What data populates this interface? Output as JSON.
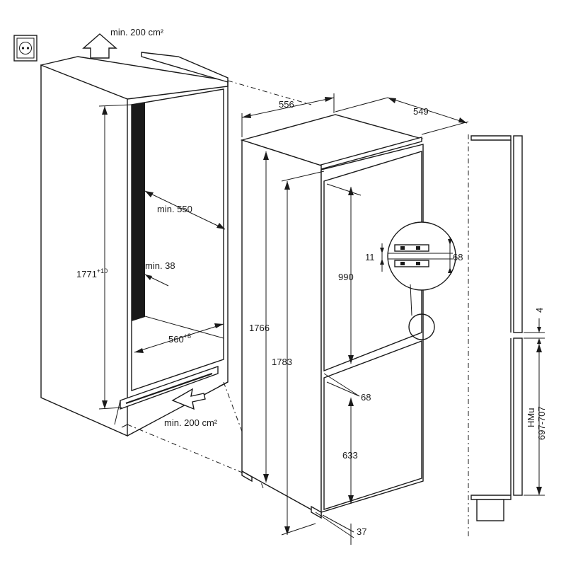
{
  "labels": {
    "vent_top": "min. 200 cm²",
    "vent_bottom": "min. 200 cm²",
    "depth_min": "min. 550",
    "side_min": "min. 38",
    "niche_height": "1771",
    "niche_height_tol": "+10",
    "niche_width": "560",
    "niche_width_tol": "+8",
    "appliance_depth": "556",
    "appliance_width": "549",
    "appliance_height_1": "1766",
    "appliance_height_2": "1783",
    "fridge_door": "990",
    "freezer_door": "633",
    "door_gap": "68",
    "detail_left": "11",
    "detail_right": "68",
    "plinth": "37",
    "kitchen_gap": "4",
    "hmu_label": "HMu",
    "hmu_range": "697-707"
  },
  "icons": {
    "power_socket": "power-socket-icon",
    "airflow_up": "airflow-up-arrow-icon",
    "airflow_in": "airflow-in-arrow-icon"
  }
}
